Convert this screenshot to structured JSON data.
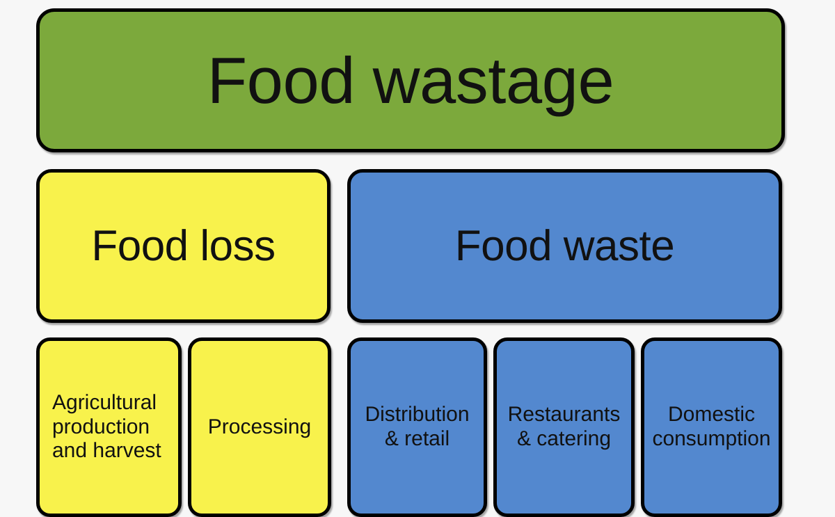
{
  "diagram": {
    "title": "Food wastage",
    "background_color": "#f7f7f7",
    "border_color": "#000000",
    "text_color": "#111111",
    "colors": {
      "root_green": "#7ca93c",
      "food_loss_yellow": "#f8f24c",
      "food_waste_blue": "#5388cf"
    },
    "root": {
      "label": "Food wastage",
      "color": "#7ca93c"
    },
    "categories": [
      {
        "id": "food-loss",
        "label": "Food loss",
        "color": "#f8f24c",
        "stages": [
          {
            "id": "agricultural-production-and-harvest",
            "label": "Agricultural\nproduction\nand harvest",
            "color": "#f8f24c",
            "align": "left"
          },
          {
            "id": "processing",
            "label": "Processing",
            "color": "#f8f24c",
            "align": "center"
          }
        ]
      },
      {
        "id": "food-waste",
        "label": "Food waste",
        "color": "#5388cf",
        "stages": [
          {
            "id": "distribution-and-retail",
            "label": "Distribution\n& retail",
            "color": "#5388cf",
            "align": "center"
          },
          {
            "id": "restaurants-and-catering",
            "label": "Restaurants\n& catering",
            "color": "#5388cf",
            "align": "center"
          },
          {
            "id": "domestic-consumption",
            "label": "Domestic\nconsumption",
            "color": "#5388cf",
            "align": "center"
          }
        ]
      }
    ]
  }
}
